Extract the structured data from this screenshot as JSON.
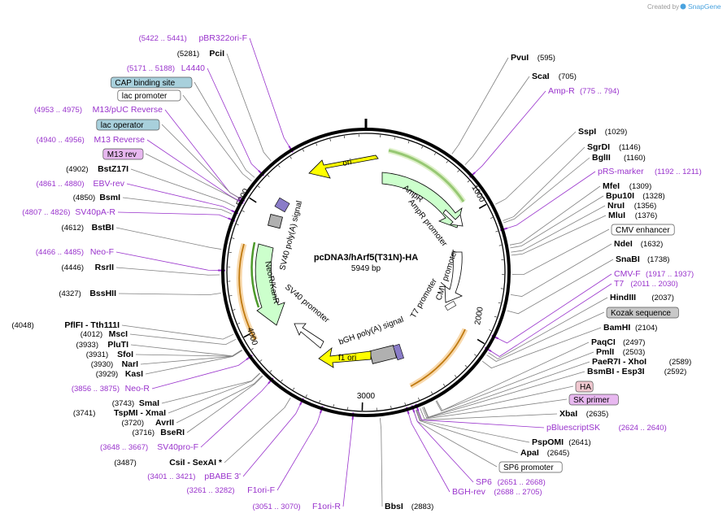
{
  "credit": {
    "text": "Created by",
    "brand": "SnapGene"
  },
  "plasmid": {
    "name": "pcDNA3/hArf5(T31N)-HA",
    "length": "5949 bp"
  },
  "ticks": [
    "1000",
    "2000",
    "3000",
    "4000",
    "5000"
  ],
  "features": {
    "ori": "ori",
    "ampr": "AmpR",
    "ampr_promoter": "AmpR promoter",
    "cmv_promoter": "CMV promoter",
    "t7_promoter": "T7 promoter",
    "bgh": "bGH poly(A) signal",
    "f1ori": "f1 ori",
    "sv40_promoter": "SV40 promoter",
    "neor": "NeoR/KanR",
    "sv40_polya": "SV40 poly(A) signal"
  },
  "colors": {
    "ring": "#000000",
    "primer": "#9933cc",
    "ori": "#ffff00",
    "ampr": "#ccffcc",
    "promoter": "#ffffff",
    "f1": "#ffff00",
    "bgh": "#b0b0b0"
  },
  "right_labels": [
    {
      "name": "PvuI",
      "pos": "(595)",
      "type": "site"
    },
    {
      "name": "ScaI",
      "pos": "(705)",
      "type": "site"
    },
    {
      "name": "Amp-R",
      "pos": "(775 .. 794)",
      "type": "primer"
    },
    {
      "name": "SspI",
      "pos": "(1029)",
      "type": "site"
    },
    {
      "name": "SgrDI",
      "pos": "(1146)",
      "type": "site"
    },
    {
      "name": "BglII",
      "pos": "(1160)",
      "type": "site"
    },
    {
      "name": "pRS-marker",
      "pos": "(1192 .. 1211)",
      "type": "primer"
    },
    {
      "name": "MfeI",
      "pos": "(1309)",
      "type": "site"
    },
    {
      "name": "Bpu10I",
      "pos": "(1328)",
      "type": "site"
    },
    {
      "name": "NruI",
      "pos": "(1356)",
      "type": "site"
    },
    {
      "name": "MluI",
      "pos": "(1376)",
      "type": "site"
    },
    {
      "name": "CMV enhancer",
      "pos": "",
      "type": "box-white"
    },
    {
      "name": "NdeI",
      "pos": "(1632)",
      "type": "site"
    },
    {
      "name": "SnaBI",
      "pos": "(1738)",
      "type": "site"
    },
    {
      "name": "CMV-F",
      "pos": "(1917 .. 1937)",
      "type": "primer"
    },
    {
      "name": "T7",
      "pos": "(2011 .. 2030)",
      "type": "primer"
    },
    {
      "name": "HindIII",
      "pos": "(2037)",
      "type": "site"
    },
    {
      "name": "Kozak sequence",
      "pos": "",
      "type": "box-gray"
    },
    {
      "name": "BamHI",
      "pos": "(2104)",
      "type": "site"
    },
    {
      "name": "PaqCI",
      "pos": "(2497)",
      "type": "site"
    },
    {
      "name": "PmlI",
      "pos": "(2503)",
      "type": "site"
    },
    {
      "name": "PaeR7I  - XhoI",
      "pos": "(2589)",
      "type": "site"
    },
    {
      "name": "BsmBI  - Esp3I",
      "pos": "(2592)",
      "type": "site"
    },
    {
      "name": "HA",
      "pos": "",
      "type": "box-pink"
    },
    {
      "name": "SK primer",
      "pos": "",
      "type": "box-purple"
    },
    {
      "name": "XbaI",
      "pos": "(2635)",
      "type": "site"
    },
    {
      "name": "pBluescriptSK",
      "pos": "(2624 .. 2640)",
      "type": "primer"
    },
    {
      "name": "PspOMI",
      "pos": "(2641)",
      "type": "site"
    },
    {
      "name": "ApaI",
      "pos": "(2645)",
      "type": "site"
    },
    {
      "name": "SP6 promoter",
      "pos": "",
      "type": "box-white"
    },
    {
      "name": "SP6",
      "pos": "(2651 .. 2668)",
      "type": "primer"
    },
    {
      "name": "BGH-rev",
      "pos": "(2688 .. 2705)",
      "type": "primer"
    },
    {
      "name": "BbsI",
      "pos": "(2883)",
      "type": "site"
    }
  ],
  "left_labels": [
    {
      "name": "pBR322ori-F",
      "pos": "(5422 .. 5441)",
      "type": "primer"
    },
    {
      "name": "PciI",
      "pos": "(5281)",
      "type": "site"
    },
    {
      "name": "L4440",
      "pos": "(5171 .. 5188)",
      "type": "primer"
    },
    {
      "name": "CAP binding site",
      "pos": "",
      "type": "box-blue"
    },
    {
      "name": "lac promoter",
      "pos": "",
      "type": "box-white"
    },
    {
      "name": "M13/pUC Reverse",
      "pos": "(4953 .. 4975)",
      "type": "primer"
    },
    {
      "name": "lac operator",
      "pos": "",
      "type": "box-blue"
    },
    {
      "name": "M13 Reverse",
      "pos": "(4940 .. 4956)",
      "type": "primer"
    },
    {
      "name": "M13 rev",
      "pos": "",
      "type": "box-purple"
    },
    {
      "name": "BstZ17I",
      "pos": "(4902)",
      "type": "site"
    },
    {
      "name": "EBV-rev",
      "pos": "(4861 .. 4880)",
      "type": "primer"
    },
    {
      "name": "BsmI",
      "pos": "(4850)",
      "type": "site"
    },
    {
      "name": "SV40pA-R",
      "pos": "(4807 .. 4826)",
      "type": "primer"
    },
    {
      "name": "BstBI",
      "pos": "(4612)",
      "type": "site"
    },
    {
      "name": "Neo-F",
      "pos": "(4466 .. 4485)",
      "type": "primer"
    },
    {
      "name": "RsrII",
      "pos": "(4446)",
      "type": "site"
    },
    {
      "name": "BssHII",
      "pos": "(4327)",
      "type": "site"
    },
    {
      "name": "PflFI  - Tth111I",
      "pos": "(4048)",
      "type": "site"
    },
    {
      "name": "MscI",
      "pos": "(4012)",
      "type": "site"
    },
    {
      "name": "PluTI",
      "pos": "(3933)",
      "type": "site"
    },
    {
      "name": "SfoI",
      "pos": "(3931)",
      "type": "site"
    },
    {
      "name": "NarI",
      "pos": "(3930)",
      "type": "site"
    },
    {
      "name": "KasI",
      "pos": "(3929)",
      "type": "site"
    },
    {
      "name": "Neo-R",
      "pos": "(3856 .. 3875)",
      "type": "primer"
    },
    {
      "name": "SmaI",
      "pos": "(3743)",
      "type": "site"
    },
    {
      "name": "TspMI  - XmaI",
      "pos": "(3741)",
      "type": "site"
    },
    {
      "name": "AvrII",
      "pos": "(3720)",
      "type": "site"
    },
    {
      "name": "BseRI",
      "pos": "(3716)",
      "type": "site"
    },
    {
      "name": "SV40pro-F",
      "pos": "(3648 .. 3667)",
      "type": "primer"
    },
    {
      "name": "CsiI  - SexAI  *",
      "pos": "(3487)",
      "type": "site"
    },
    {
      "name": "pBABE 3'",
      "pos": "(3401 .. 3421)",
      "type": "primer"
    },
    {
      "name": "F1ori-F",
      "pos": "(3261 .. 3282)",
      "type": "primer"
    },
    {
      "name": "F1ori-R",
      "pos": "(3051 .. 3070)",
      "type": "primer"
    }
  ]
}
